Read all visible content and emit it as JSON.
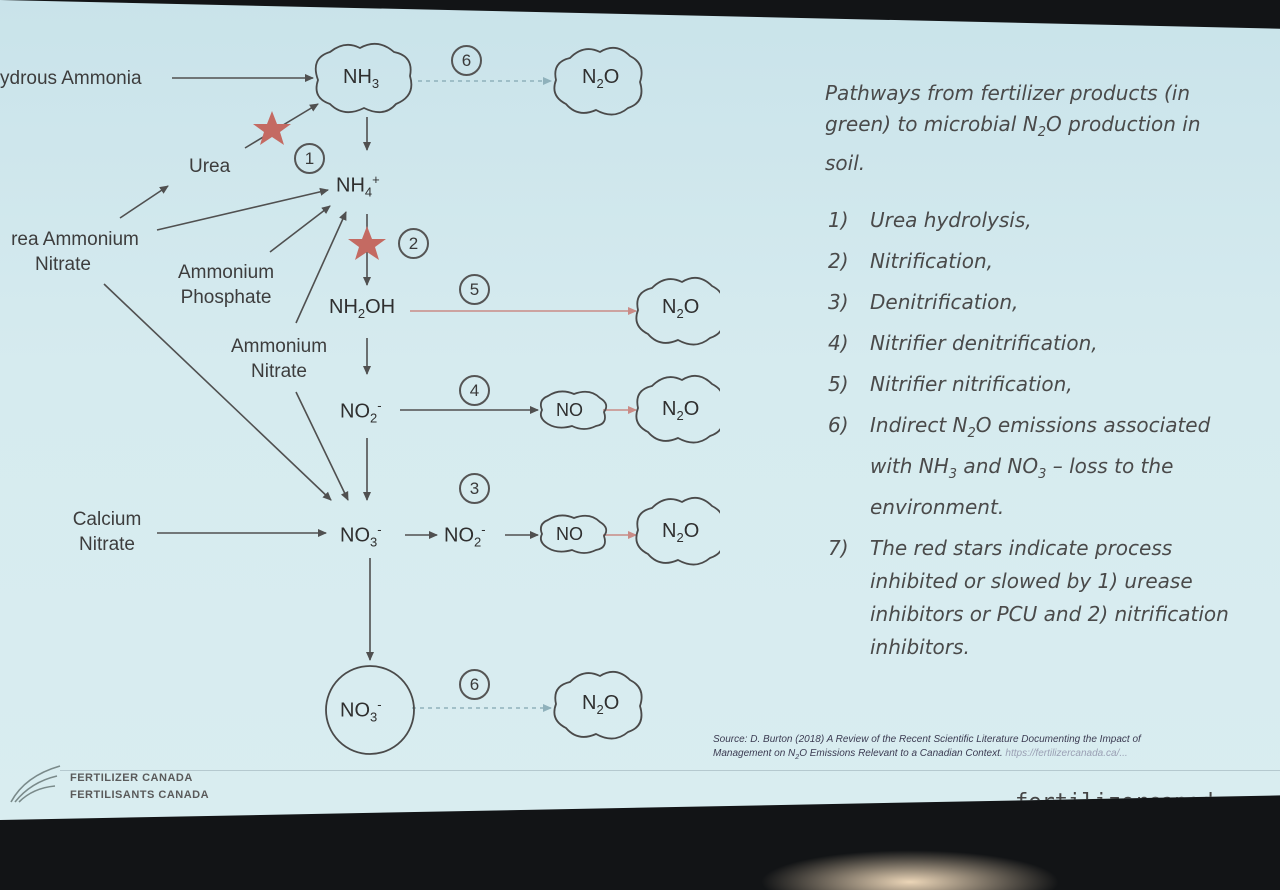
{
  "caption": {
    "line1": "Pathways from fertilizer products (in",
    "line2_pre": "green) to microbial N",
    "line2_sub": "2",
    "line2_post": "O production in",
    "line3": "soil."
  },
  "legend": {
    "item1_num": "1)",
    "item1": "Urea hydrolysis,",
    "item2_num": "2)",
    "item2": "Nitrification,",
    "item3_num": "3)",
    "item3": "Denitrification,",
    "item4_num": "4)",
    "item4": "Nitrifier denitrification,",
    "item5_num": "5)",
    "item5": "Nitrifier nitrification,",
    "item6_num": "6)",
    "item6_a": "Indirect N",
    "item6_a_sub": "2",
    "item6_b": "O emissions associated",
    "item6_c": "with NH",
    "item6_c_sub": "3",
    "item6_d": " and NO",
    "item6_d_sub": "3",
    "item6_e": " – loss to the",
    "item6_f": "environment.",
    "item7_num": "7)",
    "item7_a": "The red stars indicate process",
    "item7_b": "inhibited or slowed by 1) urease",
    "item7_c": "inhibitors or PCU and 2) nitrification",
    "item7_d": "inhibitors."
  },
  "diagram": {
    "anhydrous": "ydrous Ammonia",
    "urea": "Urea",
    "uan_line1": "rea Ammonium",
    "uan_line2": "Nitrate",
    "amm_phos_line1": "Ammonium",
    "amm_phos_line2": "Phosphate",
    "amm_nit_line1": "Ammonium",
    "amm_nit_line2": "Nitrate",
    "calcium_line1": "Calcium",
    "calcium_line2": "Nitrate",
    "nh3": "NH",
    "nh3_sub": "3",
    "nh4": "NH",
    "nh4_sub": "4",
    "nh4_sup": "+",
    "nh2oh_a": "NH",
    "nh2oh_sub": "2",
    "nh2oh_b": "OH",
    "no2": "NO",
    "no2_sub": "2",
    "no2_sup": "-",
    "no3": "NO",
    "no3_sub": "3",
    "no3_sup": "-",
    "n2o_n": "N",
    "n2o_sub": "2",
    "n2o_o": "O",
    "no": "NO",
    "pathway_1": "1",
    "pathway_2": "2",
    "pathway_3": "3",
    "pathway_4": "4",
    "pathway_5": "5",
    "pathway_6": "6"
  },
  "colors": {
    "star": "#c46a62",
    "n2o_arrow": "#c98b86",
    "dashed_arrow": "#8fb1bb"
  },
  "source": {
    "line1": "Source: D. Burton (2018) A Review of the Recent Scientific Literature Documenting the Impact of",
    "line2_pre": "Management on N",
    "line2_sub": "2",
    "line2_post": "O Emissions Relevant to a Canadian Context.",
    "line2_url": " https://fertilizercanada.ca/..."
  },
  "footer": {
    "logo_line1": "FERTILIZER CANADA",
    "logo_line2": "FERTILISANTS CANADA",
    "url": "fertilizercanada.ca"
  }
}
